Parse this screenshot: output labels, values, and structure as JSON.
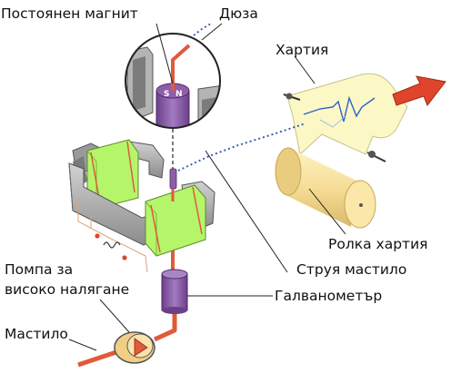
{
  "labels": {
    "magnet": "Постоянен магнит",
    "nozzle": "Дюза",
    "paper": "Хартия",
    "paper_roll": "Ролка хартия",
    "ink_jet": "Струя мастило",
    "galvanometer": "Галванометър",
    "pump_line1": "Помпа за",
    "pump_line2": "високо налягане",
    "ink": "Мастило",
    "pole_s": "S",
    "pole_n": "N"
  },
  "colors": {
    "ink_tube": "#e05a3c",
    "coil": "#b5f56a",
    "magnet_core": "#8e5fa8",
    "yoke": "#b4b4b4",
    "paper": "#fbf8c6",
    "roll": "#f6dd97",
    "arrow": "#e0442a",
    "jet": "#3b5fb0"
  },
  "icons": {
    "paper_motion": "arrow-right-icon",
    "pump": "pump-icon"
  }
}
